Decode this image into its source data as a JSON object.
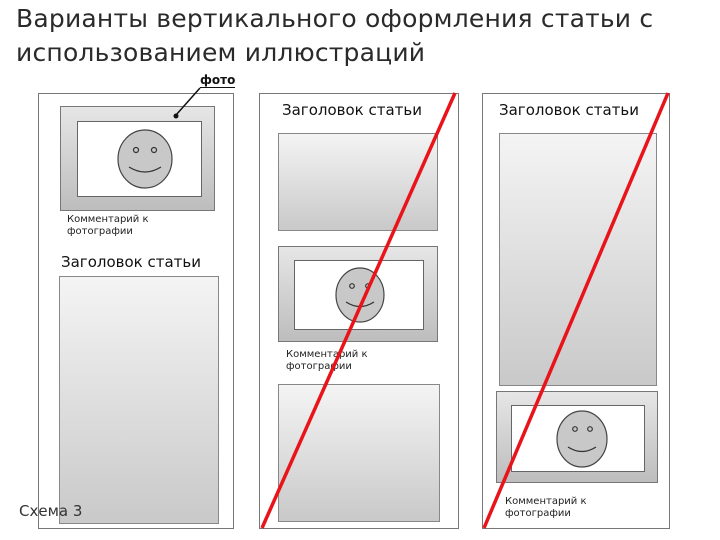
{
  "title": "Варианты вертикального оформления статьи с использованием иллюстраций",
  "photo_label": "фото",
  "schema_label": "Схема 3",
  "column1": {
    "caption": "Комментарий к фотографии",
    "headline": "Заголовок статьи"
  },
  "column2": {
    "headline": "Заголовок статьи",
    "caption": "Комментарий к фотографии",
    "crossed_out": true
  },
  "column3": {
    "headline": "Заголовок статьи",
    "caption": "Комментарий к фотографии",
    "crossed_out": true
  },
  "colors": {
    "cross_line": "#e8141a",
    "gray_top": "#f4f4f4",
    "gray_bottom": "#c9c9c9",
    "face_fill": "#c8c8c8"
  }
}
